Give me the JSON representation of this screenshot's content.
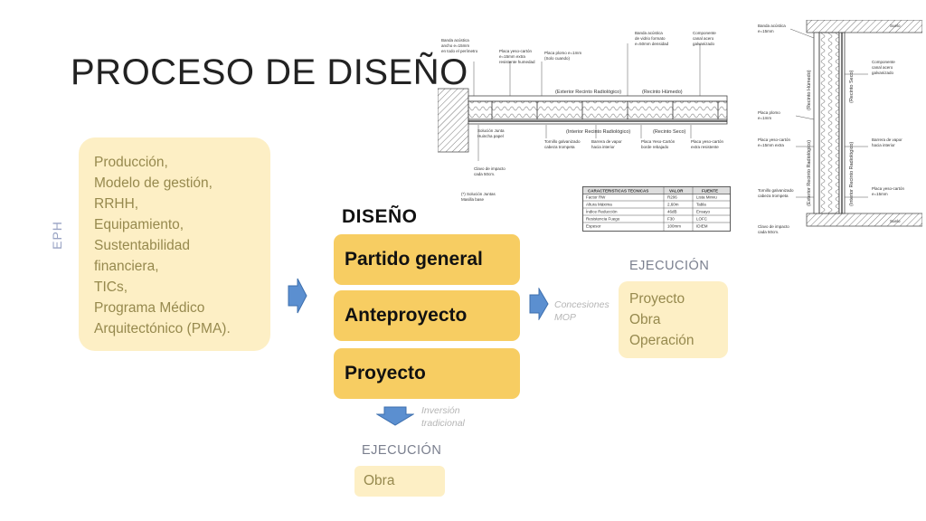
{
  "title": "PROCESO DE DISEÑO",
  "eph_label": "EPH",
  "left_box": {
    "items": [
      "Producción,",
      "Modelo de gestión,",
      "RRHH,",
      "Equipamiento,",
      "Sustentabilidad",
      "financiera,",
      "TICs,",
      "Programa Médico",
      "Arquitectónico (PMA)."
    ]
  },
  "diseno": {
    "label": "DISEÑO",
    "phases": [
      "Partido general",
      "Anteproyecto",
      "Proyecto"
    ]
  },
  "ejecucion_right": {
    "label": "EJECUCIÓN",
    "note": [
      "Concesiones",
      "MOP"
    ],
    "items": [
      "Proyecto",
      "Obra",
      "Operación"
    ]
  },
  "ejecucion_bottom": {
    "label": "EJECUCIÓN",
    "note": [
      "Inversión",
      "tradicional"
    ],
    "item": "Obra"
  },
  "drawings": {
    "section_a": {
      "labels": [
        "(Exterior Recinto Radiológico)",
        "(Recinto Húmedo)",
        "(Interior Recinto Radiológico)",
        "(Recinto Seco)"
      ]
    },
    "table": {
      "headers": [
        "CARACTERISTICAS TECNICAS",
        "VALOR",
        "FUENTE"
      ]
    },
    "section_b": {
      "labels": [
        "(Recinto Húmedo)",
        "(Recinto Seco)",
        "(Exterior Recinto Radiológico)",
        "(Interior Recinto Radiológico)"
      ]
    }
  },
  "colors": {
    "box_fill": "#fdefc5",
    "box_text": "#96894e",
    "phase_fill": "#f7cd62",
    "arrow_fill": "#5b8fd0"
  }
}
